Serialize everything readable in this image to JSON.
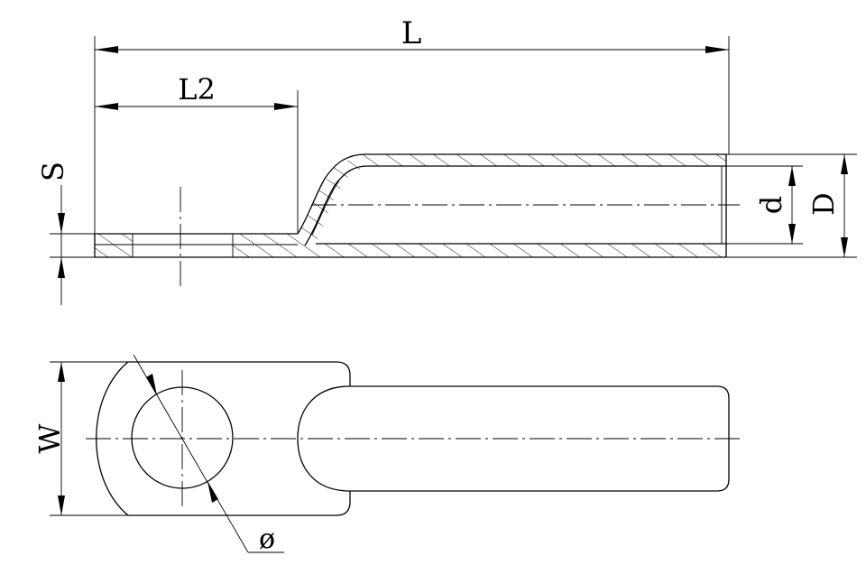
{
  "labels": {
    "overall_length": "L",
    "palm_length": "L2",
    "palm_thickness": "S",
    "inner_diameter": "d",
    "outer_diameter": "D",
    "width": "W",
    "hole_diameter": "ø"
  }
}
